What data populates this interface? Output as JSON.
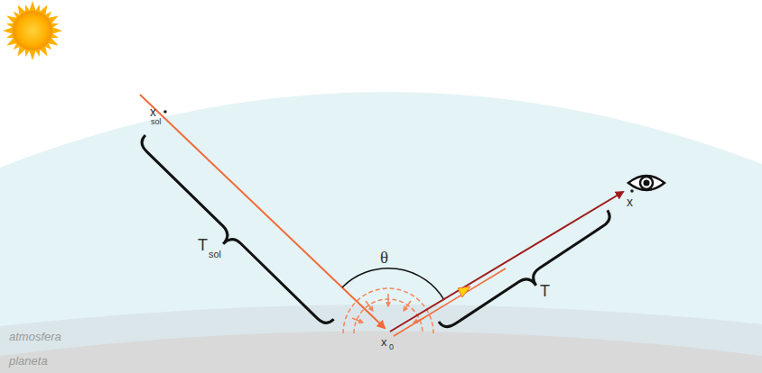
{
  "diagram": {
    "labels": [
      "x",
      "sol",
      "T",
      "sol",
      "θ",
      "T",
      "x",
      "x",
      "0",
      "atmosfera",
      "planeta"
    ]
  }
}
